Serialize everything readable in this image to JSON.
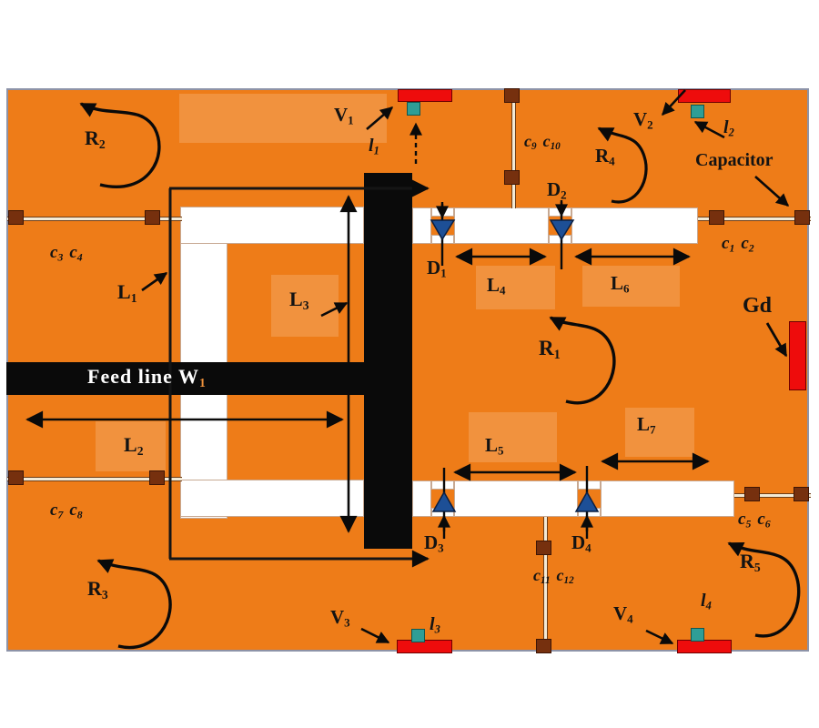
{
  "colors": {
    "board": "#ee7c18",
    "patch": "rgba(255,255,255,0.17)",
    "ink": "#0a0a0a",
    "slot": "#ffffff",
    "pad-red": "#ee0c0c",
    "via-teal": "#2f9e96",
    "cap-brown": "#76300e",
    "diode-blue": "#1d4f96",
    "trace": "#f3ead6",
    "frame": "#8d93a8"
  },
  "L": {
    "r1": {
      "b": "R",
      "s": "1"
    },
    "r2": {
      "b": "R",
      "s": "2"
    },
    "r3": {
      "b": "R",
      "s": "3"
    },
    "r4": {
      "b": "R",
      "s": "4"
    },
    "r5": {
      "b": "R",
      "s": "5"
    },
    "v1": {
      "b": "V",
      "s": "1"
    },
    "v2": {
      "b": "V",
      "s": "2"
    },
    "v3": {
      "b": "V",
      "s": "3"
    },
    "v4": {
      "b": "V",
      "s": "4"
    },
    "i1": {
      "b": "l",
      "s": "1"
    },
    "i2": {
      "b": "l",
      "s": "2"
    },
    "i3": {
      "b": "l",
      "s": "3"
    },
    "i4": {
      "b": "l",
      "s": "4"
    },
    "d1": {
      "b": "D",
      "s": "1"
    },
    "d2": {
      "b": "D",
      "s": "2"
    },
    "d3": {
      "b": "D",
      "s": "3"
    },
    "d4": {
      "b": "D",
      "s": "4"
    },
    "len1": {
      "b": "L",
      "s": "1"
    },
    "len2": {
      "b": "L",
      "s": "2"
    },
    "len3": {
      "b": "L",
      "s": "3"
    },
    "len4": {
      "b": "L",
      "s": "4"
    },
    "len5": {
      "b": "L",
      "s": "5"
    },
    "len6": {
      "b": "L",
      "s": "6"
    },
    "len7": {
      "b": "L",
      "s": "7"
    },
    "c1c2": {
      "p1": {
        "b": "c",
        "s": "1"
      },
      "p2": {
        "b": "c",
        "s": "2"
      }
    },
    "c3c4": {
      "p1": {
        "b": "c",
        "s": "3"
      },
      "p2": {
        "b": "c",
        "s": "4"
      }
    },
    "c5c6": {
      "p1": {
        "b": "c",
        "s": "5"
      },
      "p2": {
        "b": "c",
        "s": "6"
      }
    },
    "c7c8": {
      "p1": {
        "b": "c",
        "s": "7"
      },
      "p2": {
        "b": "c",
        "s": "8"
      }
    },
    "c9c10": {
      "p1": {
        "b": "c",
        "s": "9"
      },
      "p2": {
        "b": "c",
        "s": "10"
      }
    },
    "c11c12": {
      "p1": {
        "b": "c",
        "s": "11"
      },
      "p2": {
        "b": "c",
        "s": "12"
      }
    },
    "capacitor": {
      "t": "Capacitor"
    },
    "gd": {
      "t": "Gd"
    },
    "feed": {
      "b": "Feed line W",
      "s": "1"
    }
  }
}
